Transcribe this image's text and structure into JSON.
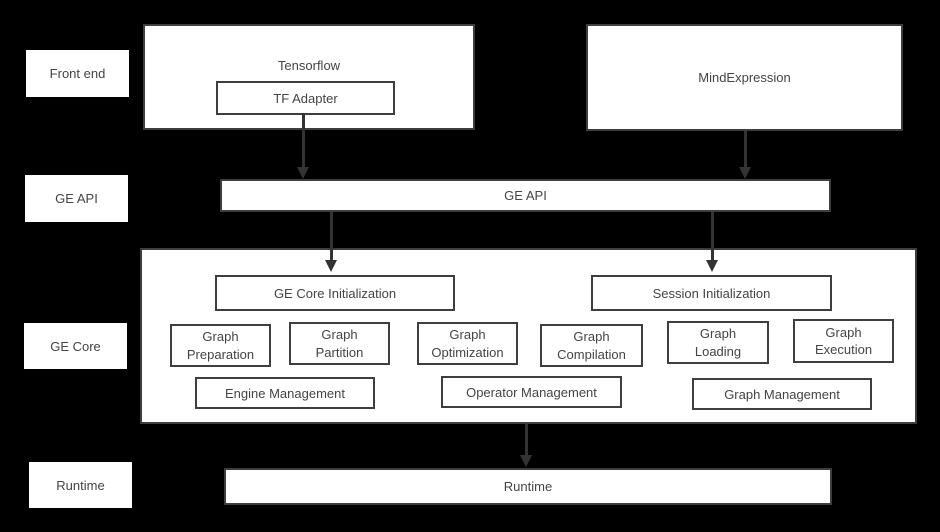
{
  "palette": {
    "background": "#000000",
    "box_fill": "#ffffff",
    "box_border": "#3e3e3e",
    "text": "#444444",
    "arrow": "#333333"
  },
  "row_labels": {
    "front_end": "Front end",
    "ge_api": "GE API",
    "ge_core": "GE Core",
    "runtime": "Runtime"
  },
  "front_end": {
    "tensorflow_label": "Tensorflow",
    "tf_adapter_label": "TF Adapter",
    "mindexpression_label": "MindExpression"
  },
  "ge_api": {
    "bar_label": "GE API"
  },
  "ge_core": {
    "ge_core_initialization": "GE Core Initialization",
    "session_initialization": "Session Initialization",
    "stages": [
      {
        "line1": "Graph",
        "line2": "Preparation"
      },
      {
        "line1": "Graph",
        "line2": "Partition"
      },
      {
        "line1": "Graph",
        "line2": "Optimization"
      },
      {
        "line1": "Graph",
        "line2": "Compilation"
      },
      {
        "line1": "Graph",
        "line2": "Loading"
      },
      {
        "line1": "Graph",
        "line2": "Execution"
      }
    ],
    "management": [
      "Engine Management",
      "Operator Management",
      "Graph Management"
    ]
  },
  "runtime_bar": {
    "label": "Runtime"
  }
}
